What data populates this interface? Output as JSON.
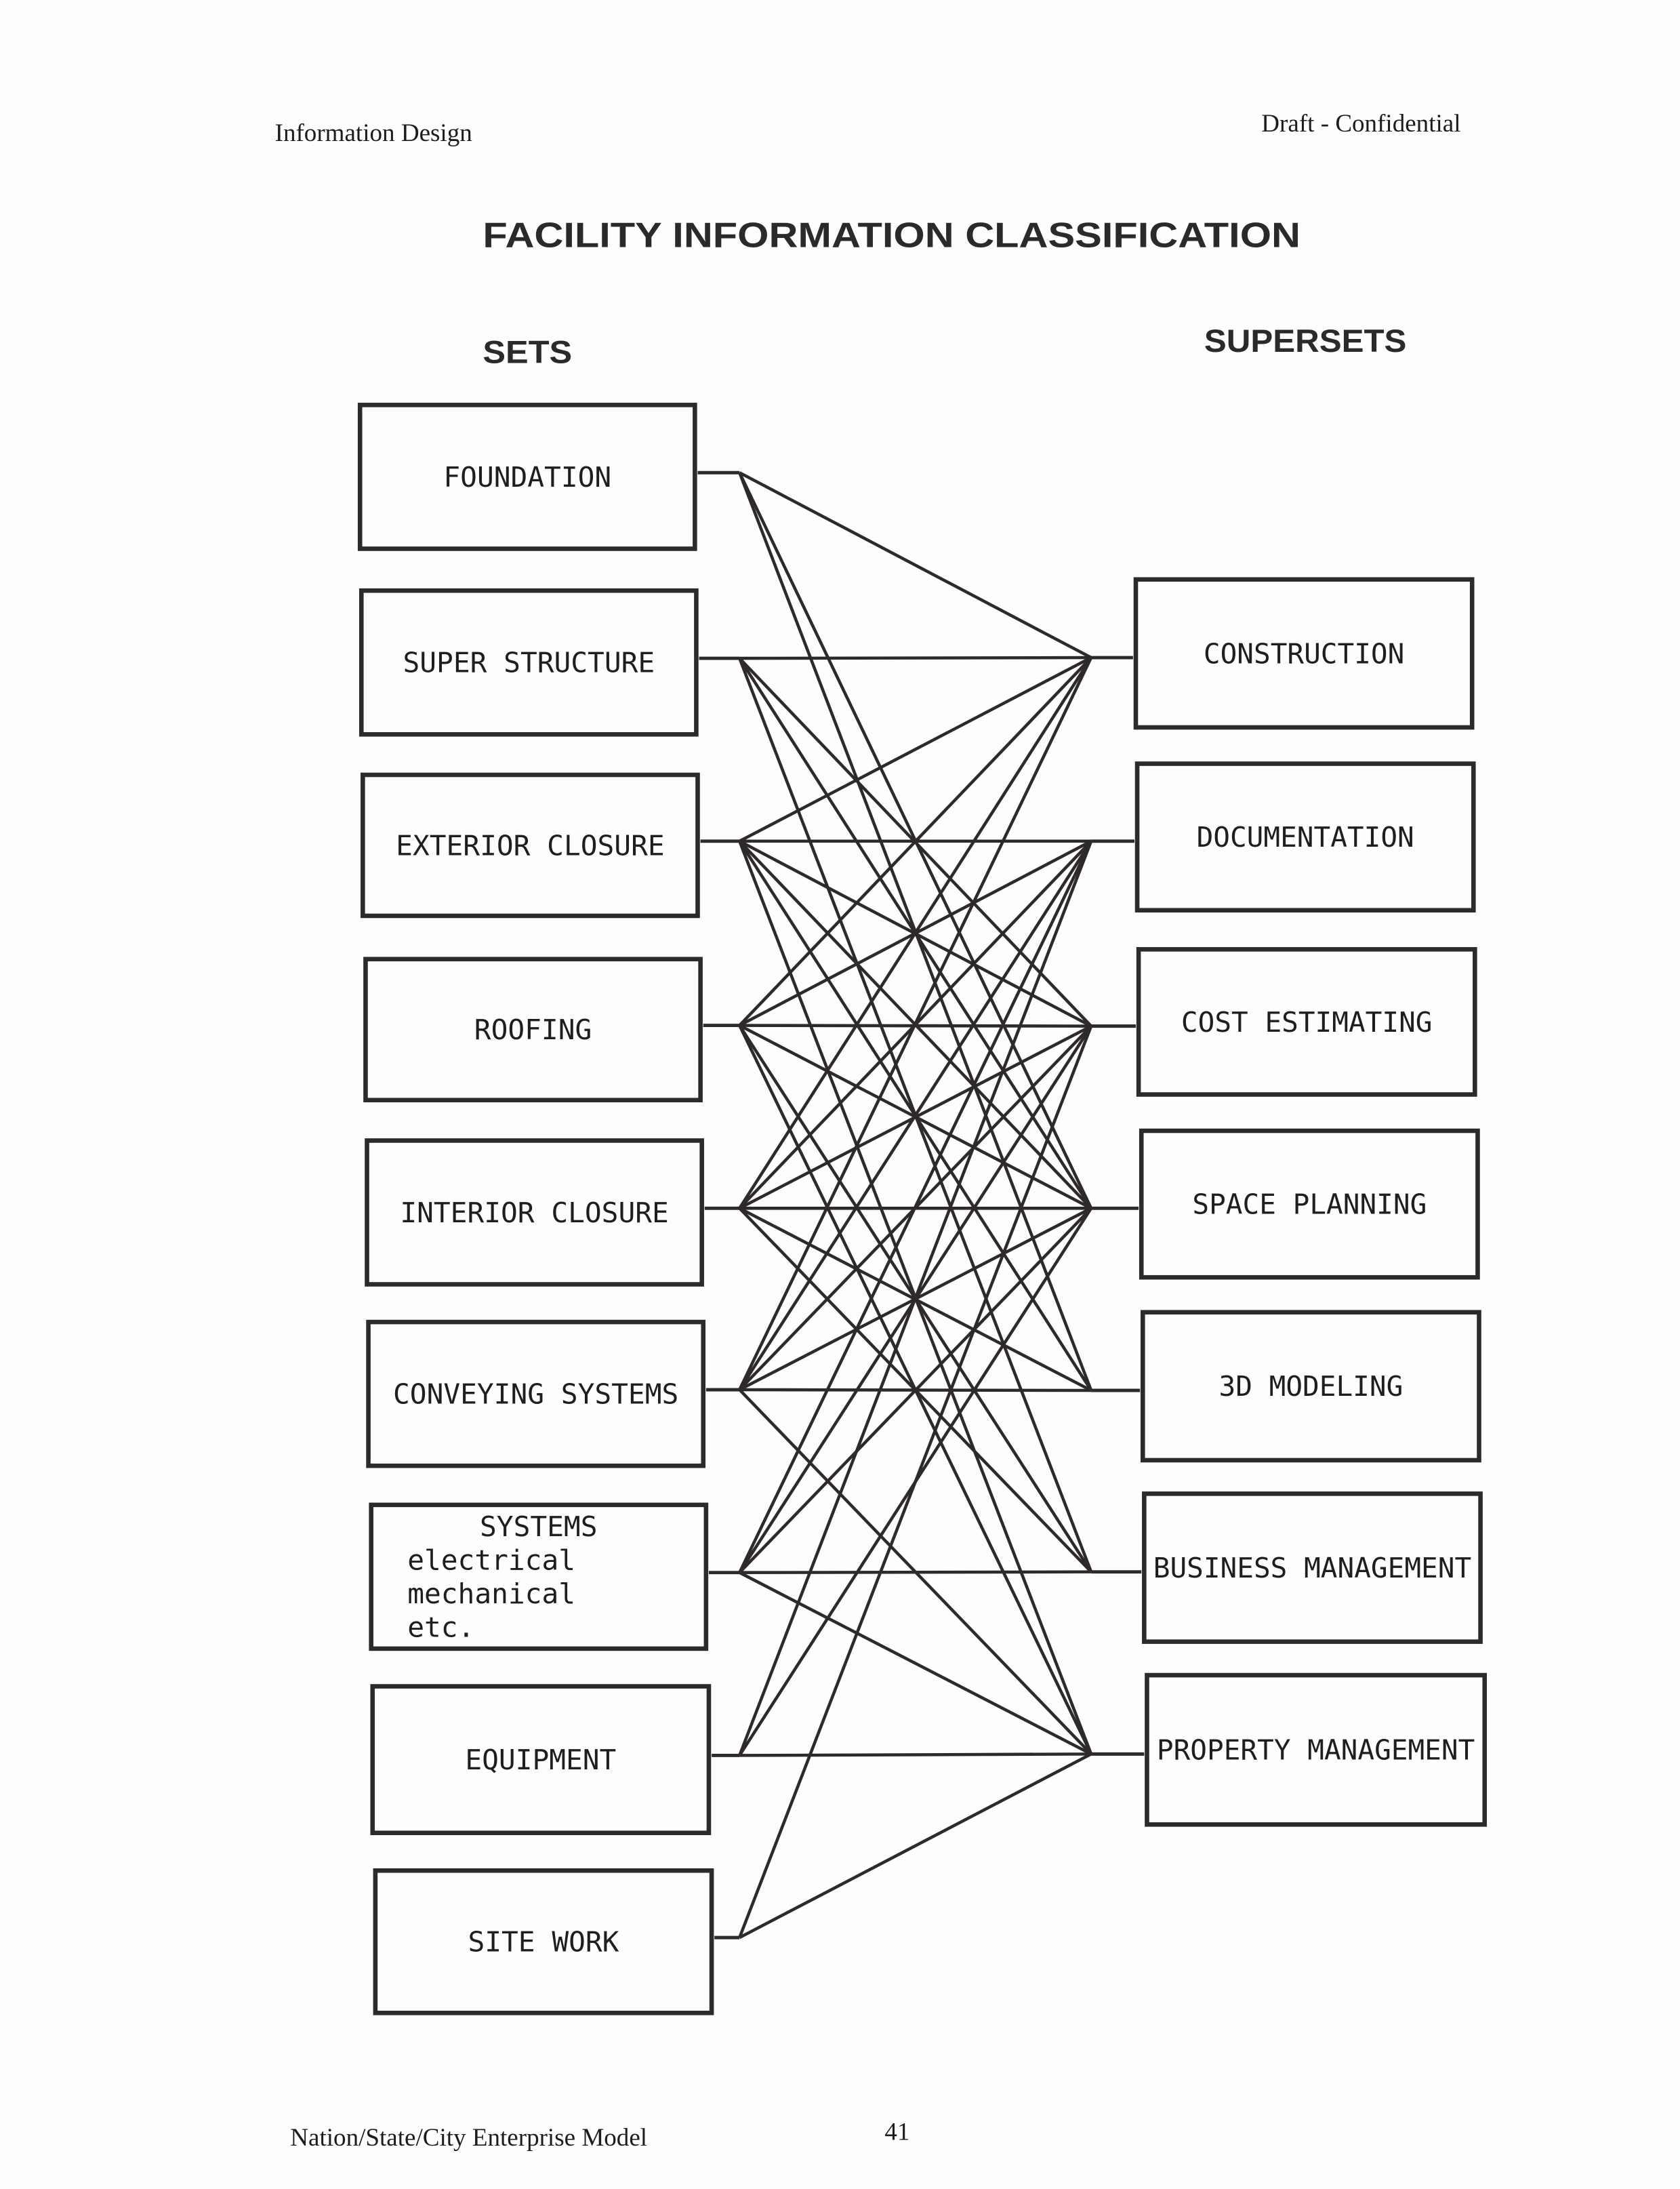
{
  "header": {
    "left": "Information Design",
    "right": "Draft - Confidential"
  },
  "title": "FACILITY INFORMATION CLASSIFICATION",
  "columns": {
    "sets": "SETS",
    "supersets": "SUPERSETS"
  },
  "sets": [
    {
      "lines": [
        "FOUNDATION"
      ]
    },
    {
      "lines": [
        "SUPER STRUCTURE"
      ]
    },
    {
      "lines": [
        "EXTERIOR CLOSURE"
      ]
    },
    {
      "lines": [
        "ROOFING"
      ]
    },
    {
      "lines": [
        "INTERIOR CLOSURE"
      ]
    },
    {
      "lines": [
        "CONVEYING SYSTEMS"
      ]
    },
    {
      "lines": [
        "SYSTEMS",
        "electrical",
        "mechanical",
        "etc."
      ]
    },
    {
      "lines": [
        "EQUIPMENT"
      ]
    },
    {
      "lines": [
        "SITE  WORK"
      ]
    }
  ],
  "supersets": [
    {
      "label": "CONSTRUCTION"
    },
    {
      "label": "DOCUMENTATION"
    },
    {
      "label": "COST ESTIMATING"
    },
    {
      "label": "SPACE PLANNING"
    },
    {
      "label": "3D MODELING"
    },
    {
      "label": "BUSINESS MANAGEMENT"
    },
    {
      "label": "PROPERTY MANAGEMENT"
    }
  ],
  "connections": [
    [
      0,
      [
        0,
        3,
        4
      ]
    ],
    [
      1,
      [
        0,
        2,
        3,
        5
      ]
    ],
    [
      2,
      [
        0,
        1,
        2,
        3,
        4,
        6
      ]
    ],
    [
      3,
      [
        0,
        1,
        2,
        3,
        5,
        6
      ]
    ],
    [
      4,
      [
        0,
        1,
        2,
        3,
        4,
        5
      ]
    ],
    [
      5,
      [
        0,
        1,
        2,
        3,
        4,
        6
      ]
    ],
    [
      6,
      [
        1,
        2,
        3,
        5,
        6
      ]
    ],
    [
      7,
      [
        1,
        3,
        6
      ]
    ],
    [
      8,
      [
        2,
        6
      ]
    ]
  ],
  "footer": {
    "left": "Nation/State/City Enterprise Model",
    "page": "41"
  }
}
